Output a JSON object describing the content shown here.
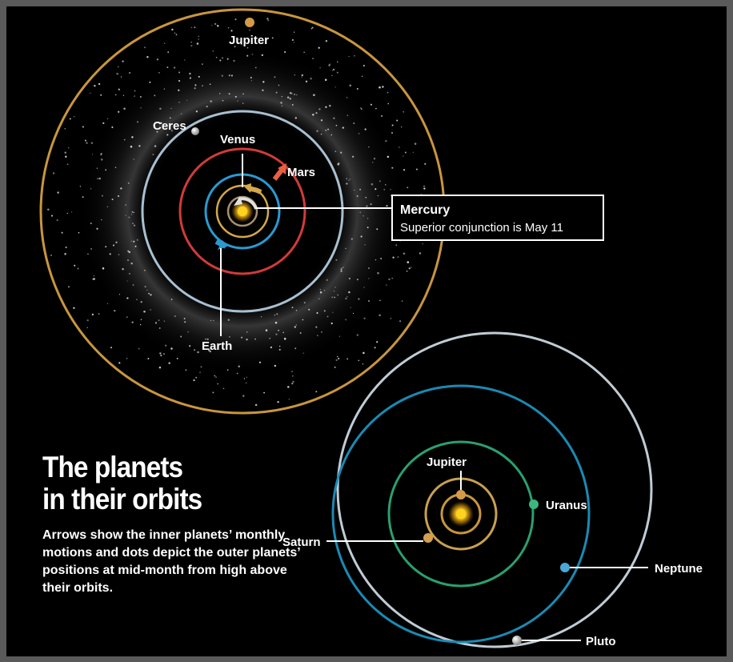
{
  "title": {
    "line1": "The planets",
    "line2": "in their orbits"
  },
  "caption": "Arrows show the inner planets’ monthly motions and dots depict the outer planets’ positions at mid-month from high above their orbits.",
  "inner_system": {
    "labels": {
      "jupiter": "Jupiter",
      "ceres": "Ceres",
      "venus": "Venus",
      "mars": "Mars",
      "earth": "Earth"
    },
    "callout": {
      "title": "Mercury",
      "text": "Superior conjunction is May 11"
    }
  },
  "outer_system": {
    "labels": {
      "jupiter": "Jupiter",
      "uranus": "Uranus",
      "saturn": "Saturn",
      "neptune": "Neptune",
      "pluto": "Pluto"
    }
  },
  "colors": {
    "mercury_orbit": "#a89070",
    "venus_orbit": "#d4a84a",
    "earth_orbit": "#2a9ad0",
    "mars_orbit": "#d23a3a",
    "ceres_orbit": "#a8c0d0",
    "jupiter_orbit": "#c8963c",
    "saturn_orbit": "#c8a050",
    "uranus_orbit": "#2aa070",
    "neptune_orbit": "#1a8ab4",
    "pluto_orbit": "#c0ccd4",
    "sun": "#ffd21e",
    "background": "#000000"
  }
}
